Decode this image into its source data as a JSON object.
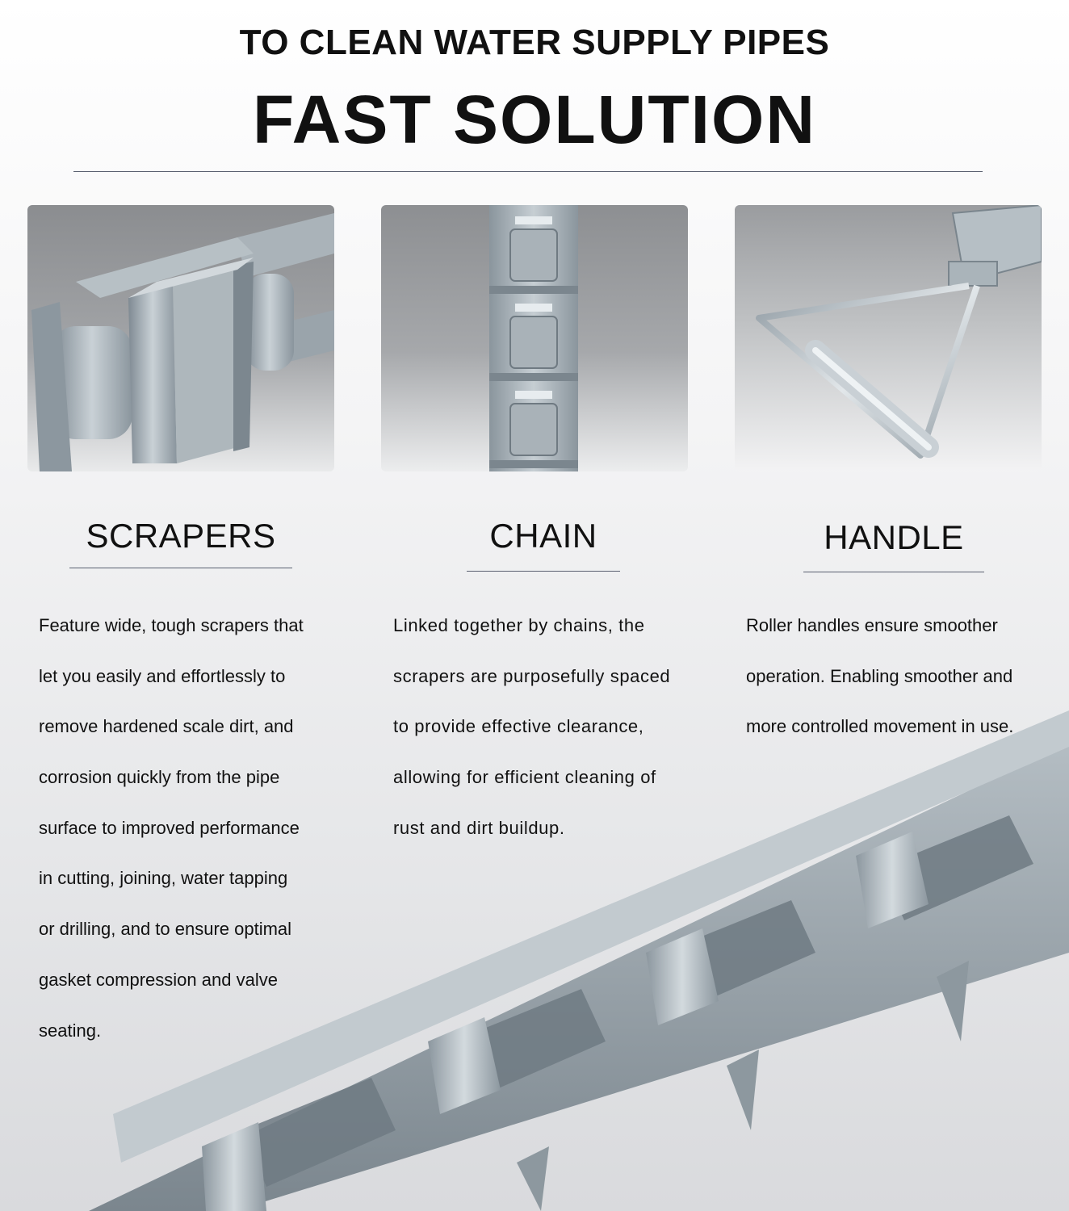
{
  "header": {
    "subtitle": "TO CLEAN WATER SUPPLY PIPES",
    "title": "FAST SOLUTION"
  },
  "features": [
    {
      "label": "SCRAPERS",
      "image_icon": "scraper-link-icon",
      "lines": [
        "Feature wide, tough scrapers that",
        "let you easily and effortlessly to",
        "remove hardened scale dirt, and",
        "corrosion quickly from the pipe",
        "surface to improved performance",
        "in cutting, joining, water tapping",
        "or drilling, and to ensure optimal",
        "gasket compression and valve",
        "seating."
      ]
    },
    {
      "label": "CHAIN",
      "image_icon": "chain-links-icon",
      "lines": [
        "Linked together by chains, the",
        "scrapers are purposefully spaced",
        "to provide effective clearance,",
        "allowing for efficient cleaning of",
        "rust and dirt buildup."
      ]
    },
    {
      "label": "HANDLE",
      "image_icon": "roller-handle-icon",
      "lines": [
        "Roller handles ensure smoother",
        "operation. Enabling smoother and",
        "more controlled movement in use."
      ]
    }
  ],
  "colors": {
    "steel": "#9aa6ae",
    "steel_dark": "#6f7b84",
    "text": "#111111",
    "rule": "#5a6070"
  }
}
